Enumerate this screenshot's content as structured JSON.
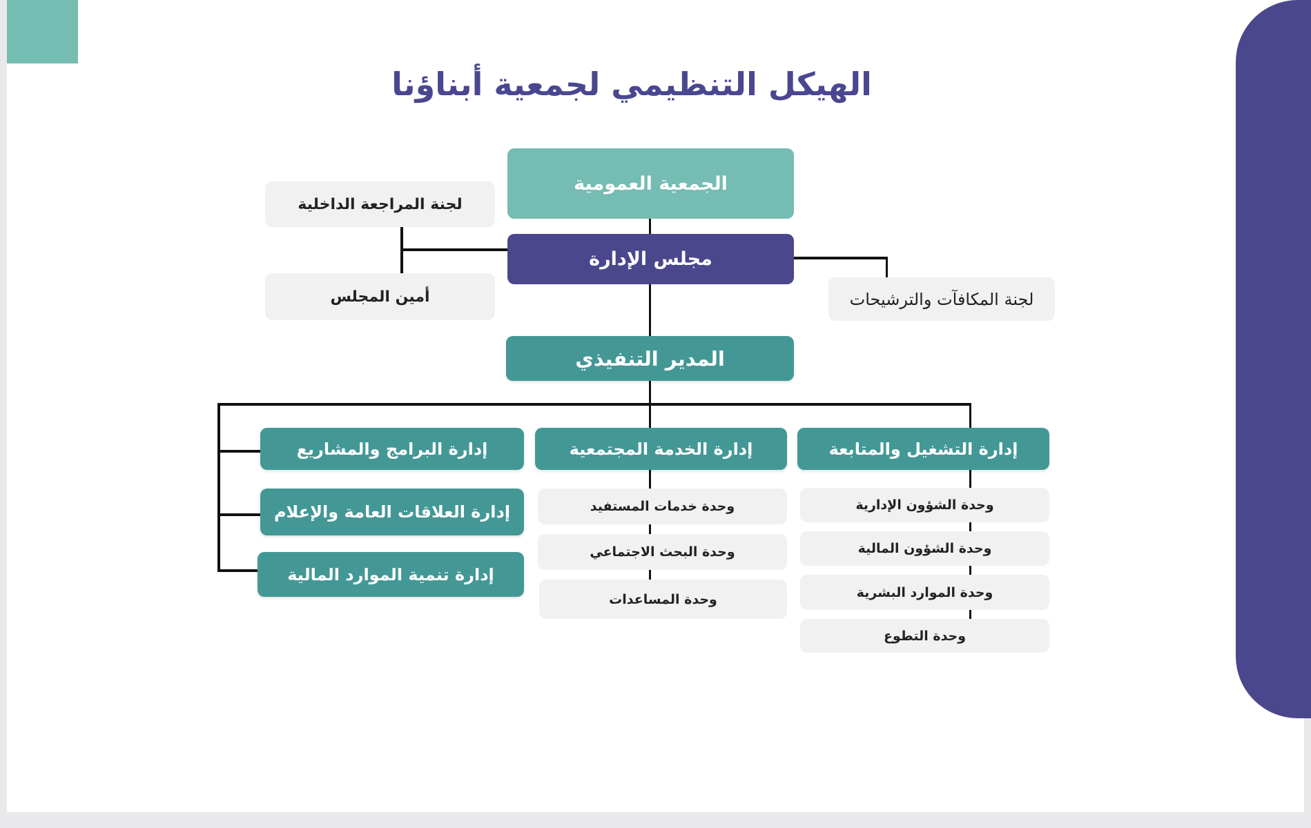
{
  "title": "الهيكل التنظيمي لجمعية أبناؤنا",
  "top": {
    "general_assembly": "الجمعية العمومية",
    "board": "مجلس الإدارة",
    "internal_audit": "لجنة المراجعة الداخلية",
    "board_secretary": "أمين المجلس",
    "rewards_committee": "لجنة المكافآت والترشيحات",
    "executive_director": "المدير التنفيذي"
  },
  "departments": {
    "operations": {
      "label": "إدارة التشغيل والمتابعة",
      "units": [
        "وحدة الشؤون الإدارية",
        "وحدة الشؤون المالية",
        "وحدة الموارد البشرية",
        "وحدة التطوع"
      ]
    },
    "community": {
      "label": "إدارة الخدمة المجتمعية",
      "units": [
        "وحدة خدمات المستفيد",
        "وحدة البحث الاجتماعي",
        "وحدة المساعدات"
      ]
    },
    "programs": "إدارة البرامج والمشاريع",
    "public_relations": "إدارة العلاقات العامة والإعلام",
    "financial_development": "إدارة تنمية الموارد المالية"
  },
  "colors": {
    "teal": "#439896",
    "light_teal": "#75bcb2",
    "purple": "#4b478c"
  }
}
